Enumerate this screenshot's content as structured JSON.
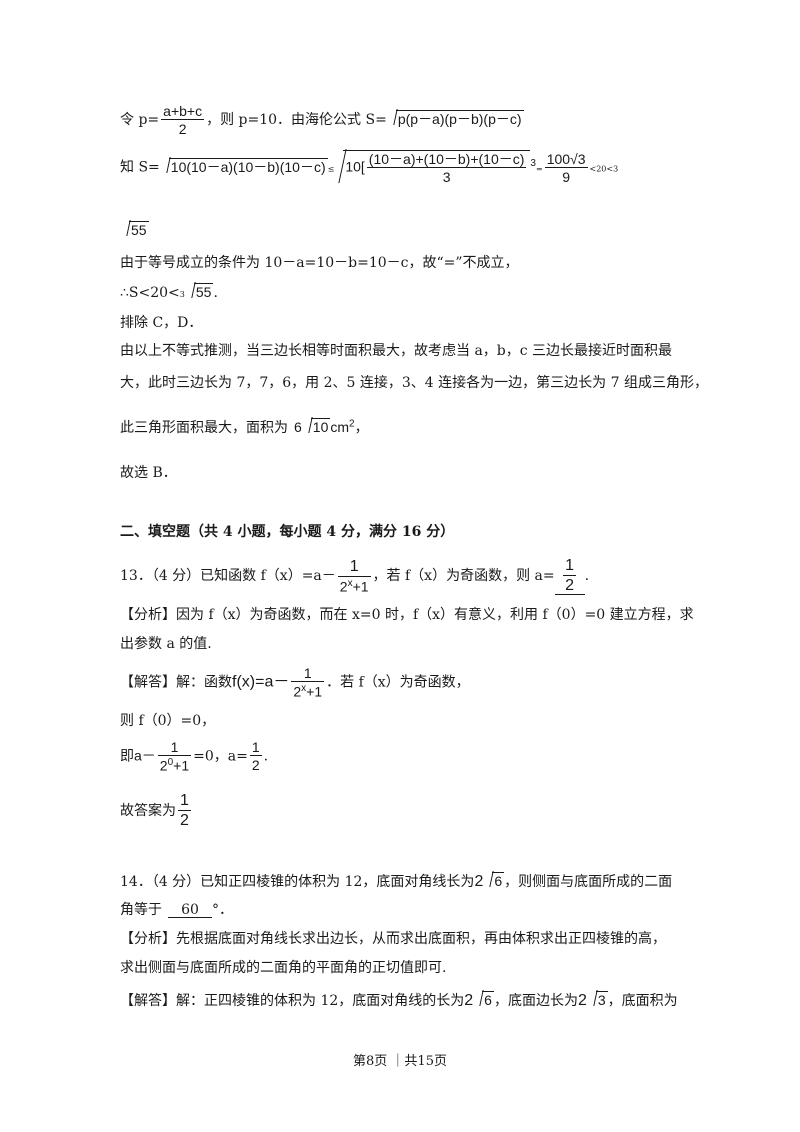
{
  "l1": {
    "pre": "令 p=",
    "fn": "a+b+c",
    "fd": "2",
    "mid": "，则 p=10．由海伦公式 S=",
    "rad": "p(p－a)(p－b)(p－c)"
  },
  "l2": {
    "pre": "知 S=",
    "rad1": "10(10－a)(10－b)(10－c)",
    "le": "≤",
    "rad2a": "10[",
    "fn": "(10－a)+(10－b)+(10－c)",
    "fd": "3",
    "cube": "3",
    "eq": "=",
    "f2n": "100√3",
    "f2d": "9",
    "tail": "<20<3"
  },
  "l3": {
    "rad": "55"
  },
  "l4": "由于等号成立的条件为 10－a=10－b=10－c，故“=”不成立，",
  "l5": {
    "pre": "∴S<20<",
    "small3": "3",
    "rad": "55",
    "dot": "."
  },
  "l6": "排除 C，D．",
  "l7": "由以上不等式推测，当三边长相等时面积最大，故考虑当 a，b，c 三边长最接近时面积最",
  "l8": "大，此时三边长为 7，7，6，用 2、5 连接，3、4 连接各为一边，第三边长为 7 组成三角形，",
  "l9": {
    "pre": "此三角形面积最大，面积为",
    "coef": "6",
    "rad": "10",
    "unit": "cm",
    "exp": "2",
    "end": "，"
  },
  "l10": "故选 B．",
  "section": "二、填空题（共 4 小题，每小题 4 分，满分 16 分）",
  "q13": {
    "pre": "13．（4 分）已知函数 f（x）=a－",
    "fn": "1",
    "fd": "2",
    "fdx": "x",
    "fdp": "+1",
    "mid": "，若 f（x）为奇函数，则 a=",
    "an": "1",
    "ad": "2",
    "end": "."
  },
  "a13_1": "【分析】因为 f（x）为奇函数，而在 x=0 时，f（x）有意义，利用 f（0）=0 建立方程，求",
  "a13_2": "出参数 a 的值.",
  "a13_3": {
    "pre": "【解答】解：函数",
    "fx": "f(x)=a－",
    "fn": "1",
    "fd": "2",
    "fdx": "x",
    "fdp": "+1",
    "mid": "．若 f（x）为奇函数，"
  },
  "a13_4": "则 f（0）=0，",
  "a13_5": {
    "pre": "即",
    "a": "a－",
    "fn": "1",
    "fd": "2",
    "fdx": "0",
    "fdp": "+1",
    "mid": "=0，a=",
    "an": "1",
    "ad": "2",
    "end": "."
  },
  "a13_6": {
    "pre": "故答案为",
    "an": "1",
    "ad": "2"
  },
  "q14_1": {
    "pre": "14．（4 分）已知正四棱锥的体积为 12，底面对角线长为",
    "coef": "2",
    "rad": "6",
    "end": "，则侧面与底面所成的二面"
  },
  "q14_2": {
    "pre": "角等于",
    "ans": "60",
    "end": "°．"
  },
  "a14_1": "【分析】先根据底面对角线长求出边长，从而求出底面积，再由体积求出正四棱锥的高，",
  "a14_2": "求出侧面与底面所成的二面角的平面角的正切值即可.",
  "a14_3": {
    "pre": "【解答】解：正四棱锥的体积为 12，底面对角线的长为",
    "c1": "2",
    "r1": "6",
    "mid": "，底面边长为",
    "c2": "2",
    "r2": "3",
    "end": "，底面积为"
  },
  "footer": "第8页 ｜共15页"
}
